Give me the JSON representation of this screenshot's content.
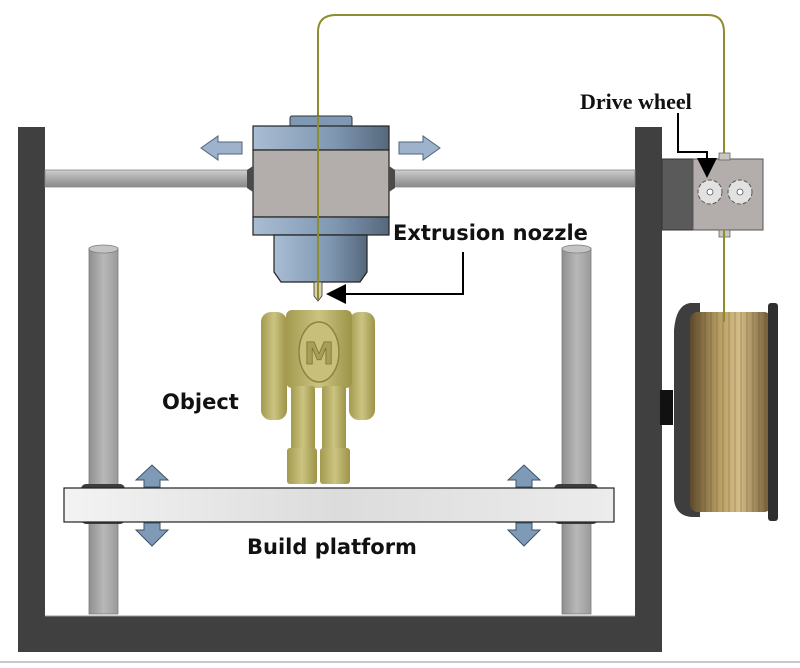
{
  "diagram": {
    "title": "Fused deposition 3D printer schematic",
    "labels": {
      "drive_wheel": "Drive wheel",
      "extrusion_nozzle": "Extrusion nozzle",
      "object": "Object",
      "build_platform": "Build platform",
      "object_emblem": "M"
    },
    "colors": {
      "frame": "#404040",
      "rod": "#a8a8a8",
      "head_blue": "#8ea7c2",
      "head_body": "#b3aeab",
      "arrow_blue": "#8fa8c4",
      "filament": "#8f8c2e",
      "platform": "#e2e2e2",
      "object_gold": "#b9b26a",
      "spool_copper": "#a58b55"
    },
    "motion": {
      "print_head": "horizontal",
      "build_platform": "vertical"
    }
  }
}
